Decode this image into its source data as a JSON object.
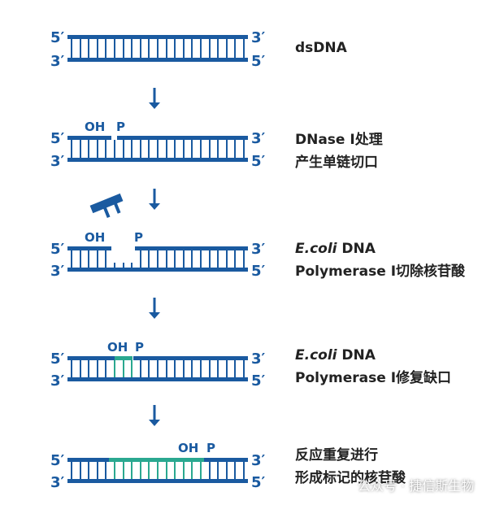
{
  "colors": {
    "strand": "#1a5aa0",
    "repair": "#2aa890",
    "text": "#222222",
    "label": "#1a5aa0"
  },
  "end_labels": {
    "five": "5′",
    "three": "3′"
  },
  "nick_labels": {
    "oh": "OH",
    "p": "P"
  },
  "steps": [
    {
      "lines": [
        "dsDNA"
      ]
    },
    {
      "lines": [
        "DNase I处理",
        "产生单链切口"
      ]
    },
    {
      "italic": "E.coli",
      "lines": [
        " DNA",
        "Polymerase I切除核苷酸"
      ]
    },
    {
      "italic": "E.coli",
      "lines": [
        " DNA",
        "Polymerase I修复缺口"
      ]
    },
    {
      "lines": [
        "反应重复进行",
        "形成标记的核苷酸"
      ]
    }
  ],
  "watermark": "公众号 · 捷信斯生物"
}
